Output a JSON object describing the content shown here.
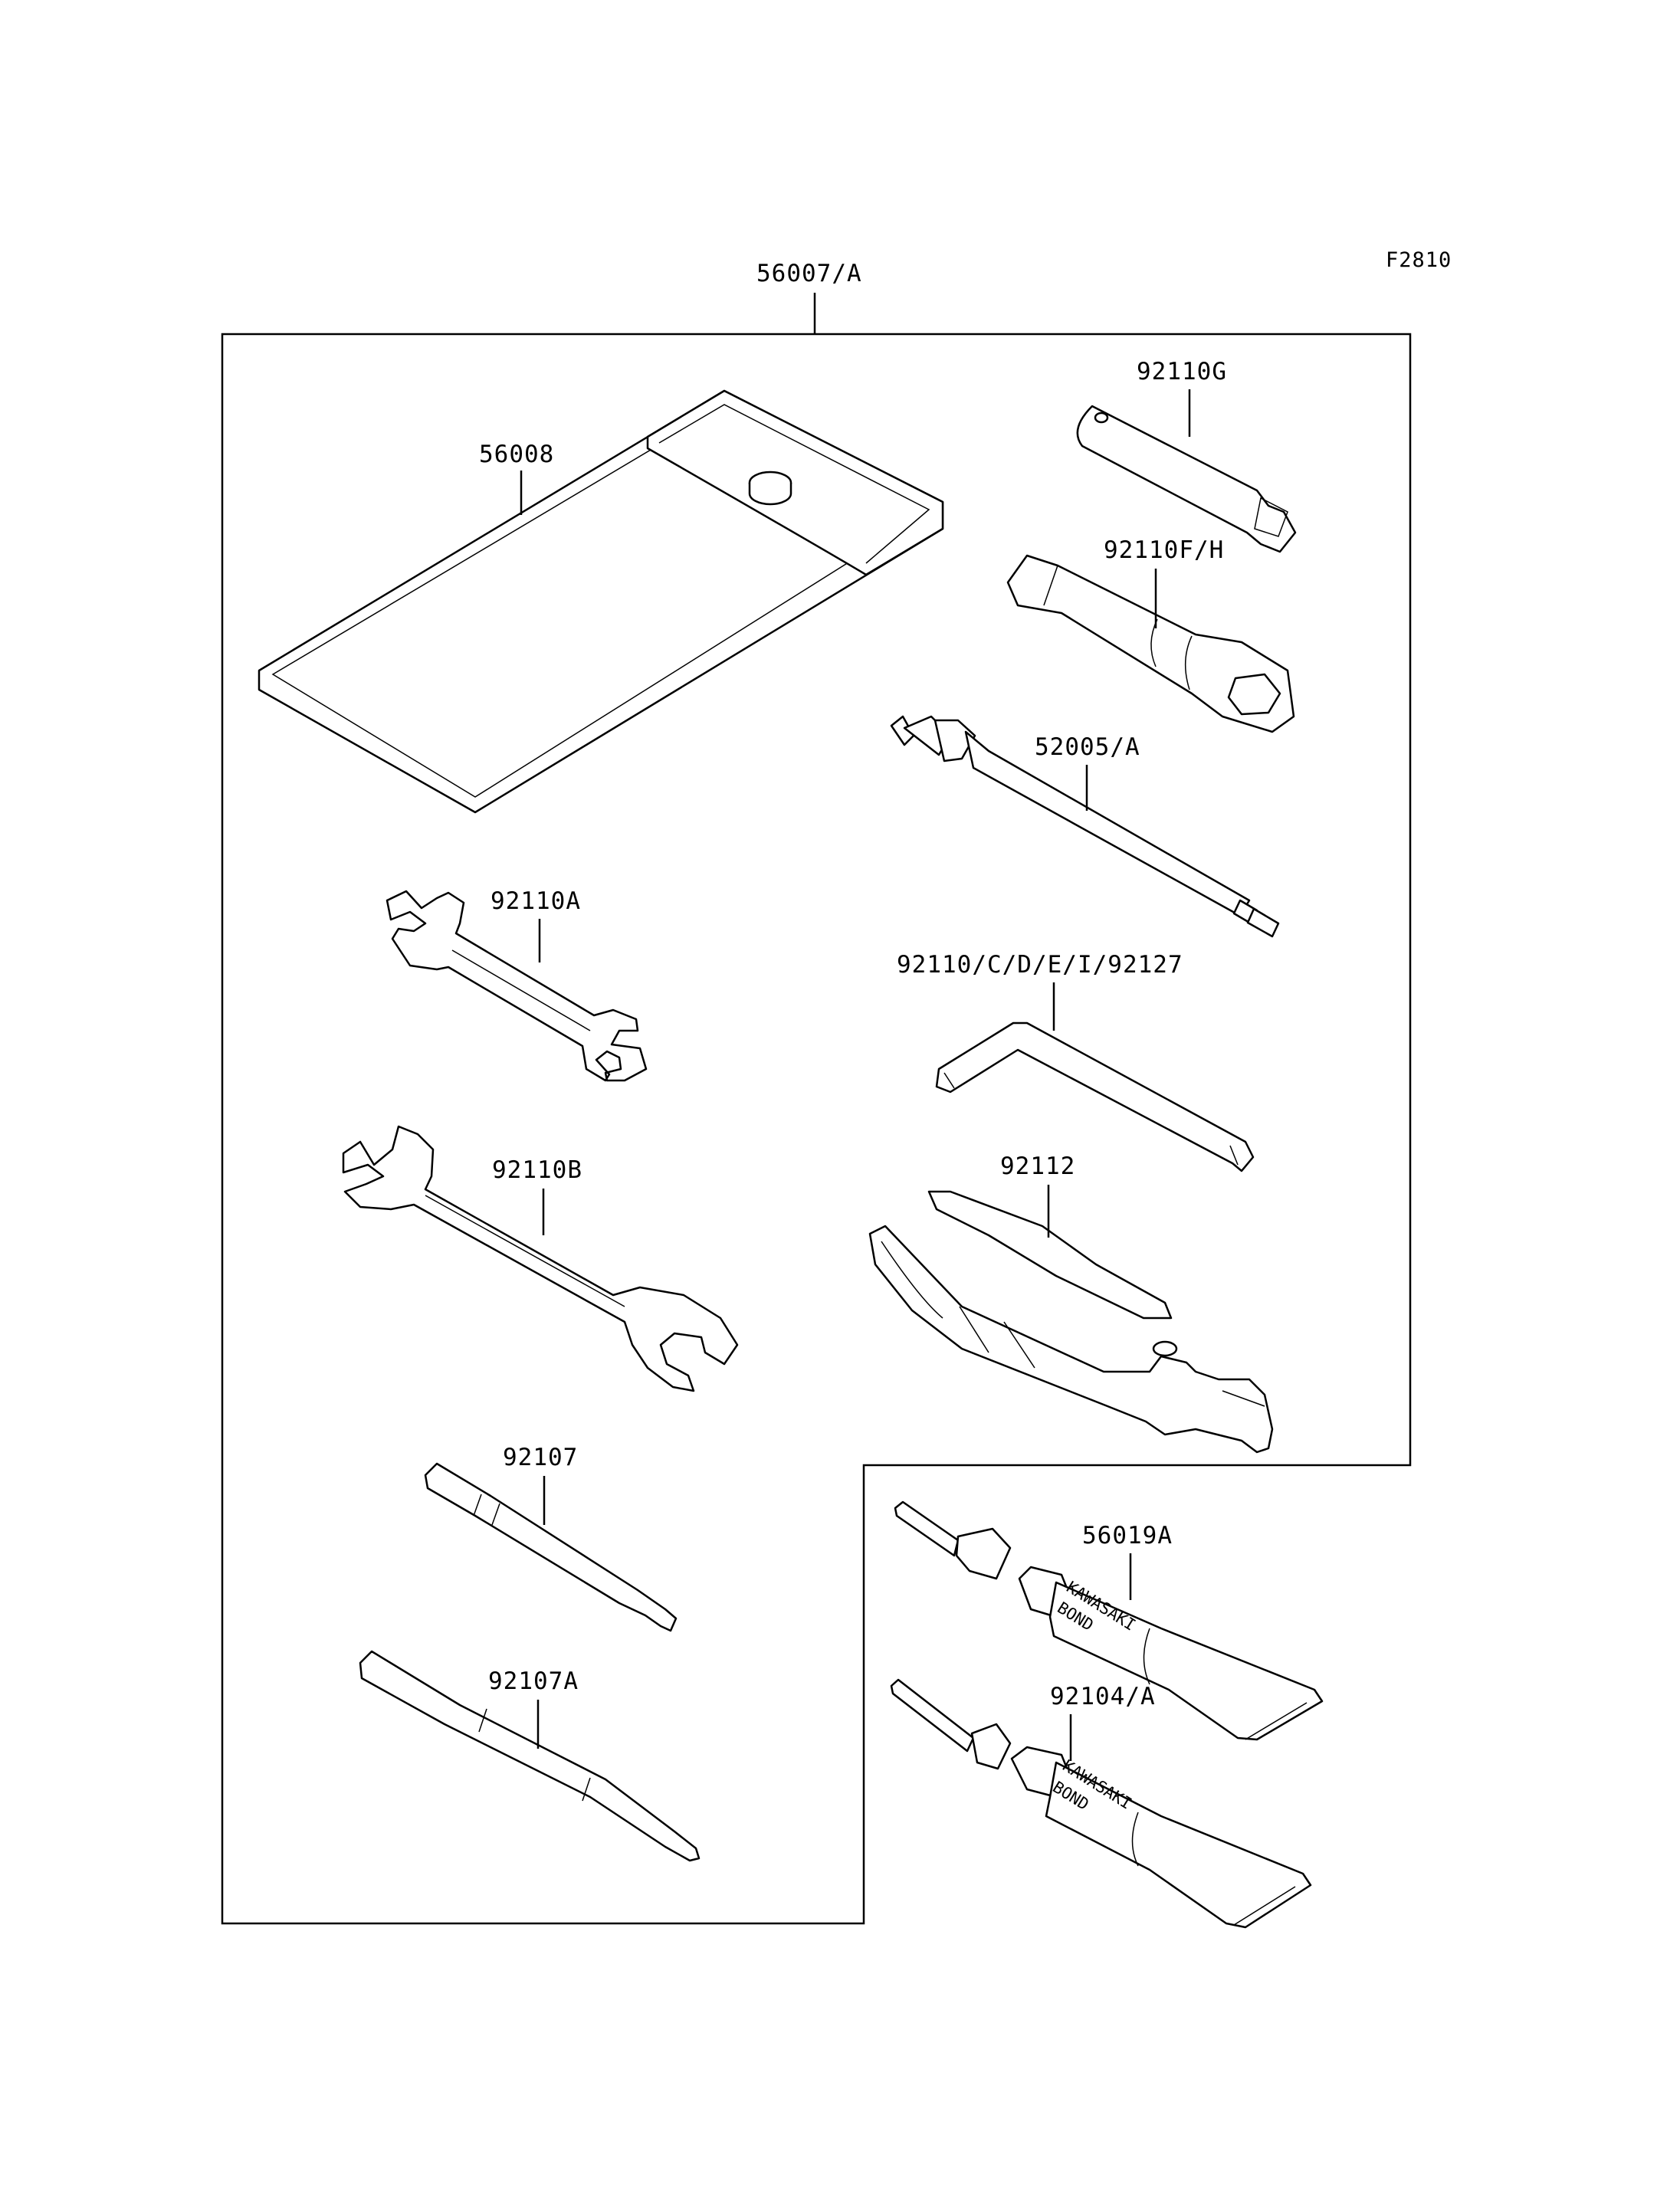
{
  "figure_id": "F2810",
  "kit_part": "56007/A",
  "parts": [
    {
      "id": "tool-bag",
      "number": "56008"
    },
    {
      "id": "box-wrench-small",
      "number": "92110G"
    },
    {
      "id": "box-wrench-large",
      "number": "92110F/H"
    },
    {
      "id": "tire-gauge",
      "number": "52005/A"
    },
    {
      "id": "wrench-small",
      "number": "92110A"
    },
    {
      "id": "hex-wrench",
      "number": "92110/C/D/E/I/92127"
    },
    {
      "id": "wrench-large",
      "number": "92110B"
    },
    {
      "id": "pliers",
      "number": "92112"
    },
    {
      "id": "screwdriver-bit",
      "number": "92107"
    },
    {
      "id": "screwdriver-grip",
      "number": "92107A"
    },
    {
      "id": "bond-tube-1",
      "number": "56019A"
    },
    {
      "id": "bond-tube-2",
      "number": "92104/A"
    }
  ],
  "tube_labels": {
    "line1": "KAWASAKI",
    "line2": "BOND"
  }
}
